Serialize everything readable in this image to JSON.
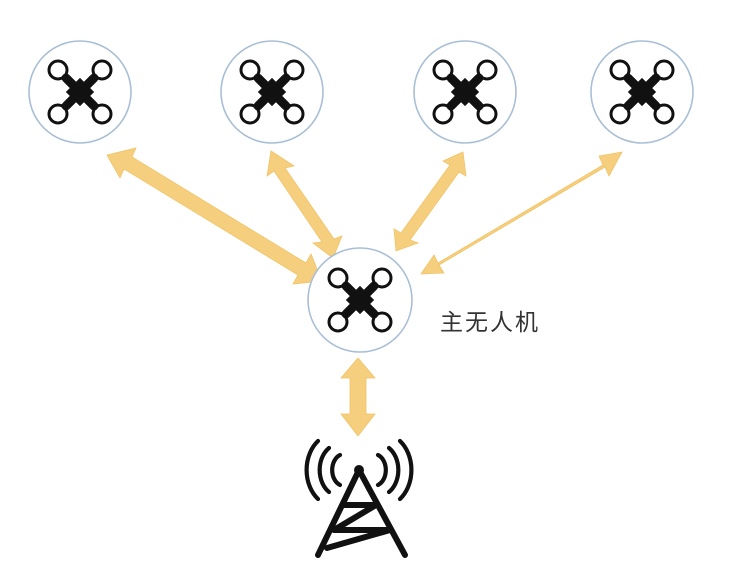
{
  "master_drone": {
    "label": "主无人机",
    "icon": "quadcopter-icon"
  },
  "slave_drones": [
    {
      "icon": "quadcopter-icon"
    },
    {
      "icon": "quadcopter-icon"
    },
    {
      "icon": "quadcopter-icon"
    },
    {
      "icon": "quadcopter-icon"
    }
  ],
  "ground_station": {
    "icon": "signal-tower-icon"
  },
  "links": [
    {
      "from": "slave-drone-1",
      "to": "master-drone",
      "direction": "bidirectional"
    },
    {
      "from": "slave-drone-2",
      "to": "master-drone",
      "direction": "bidirectional"
    },
    {
      "from": "slave-drone-3",
      "to": "master-drone",
      "direction": "bidirectional"
    },
    {
      "from": "slave-drone-4",
      "to": "master-drone",
      "direction": "bidirectional"
    },
    {
      "from": "master-drone",
      "to": "ground-station",
      "direction": "bidirectional"
    }
  ],
  "colors": {
    "arrow": "#f5cf7e",
    "circle_stroke": "#a9bfd6",
    "icon": "#111111"
  }
}
